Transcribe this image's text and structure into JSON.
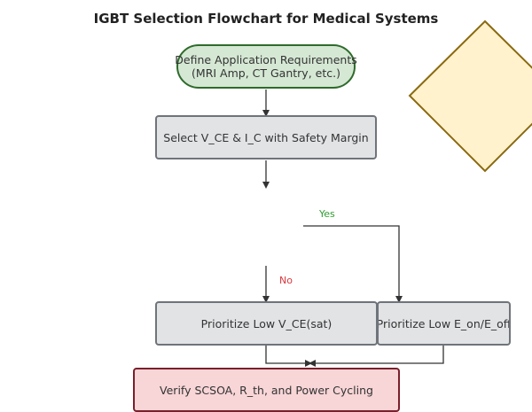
{
  "title": "IGBT Selection Flowchart for Medical Systems",
  "nodes": {
    "define": {
      "line1": "Define Application Requirements",
      "line2": "(MRI Amp, CT Gantry, etc.)"
    },
    "select": {
      "label": "Select V_CE & I_C with Safety Margin"
    },
    "decision": {
      "label": ""
    },
    "prioritize_vce": {
      "label": "Prioritize Low V_CE(sat)"
    },
    "prioritize_eon": {
      "label": "Prioritize Low E_on/E_off"
    },
    "verify": {
      "label": "Verify SCSOA, R_th, and Power Cycling"
    }
  },
  "edges": {
    "yes_label": "Yes",
    "no_label": "No"
  },
  "colors": {
    "terminal_fill": "#d5e8d4",
    "terminal_stroke": "#2e6b2b",
    "process_fill": "#e1e3e5",
    "process_stroke": "#6f747a",
    "decision_fill": "#fff2cc",
    "decision_stroke": "#8a6a10",
    "verify_fill": "#f8d5d7",
    "verify_stroke": "#7a1f2b",
    "yes_color": "#2e9e2e",
    "no_color": "#d8383e"
  }
}
